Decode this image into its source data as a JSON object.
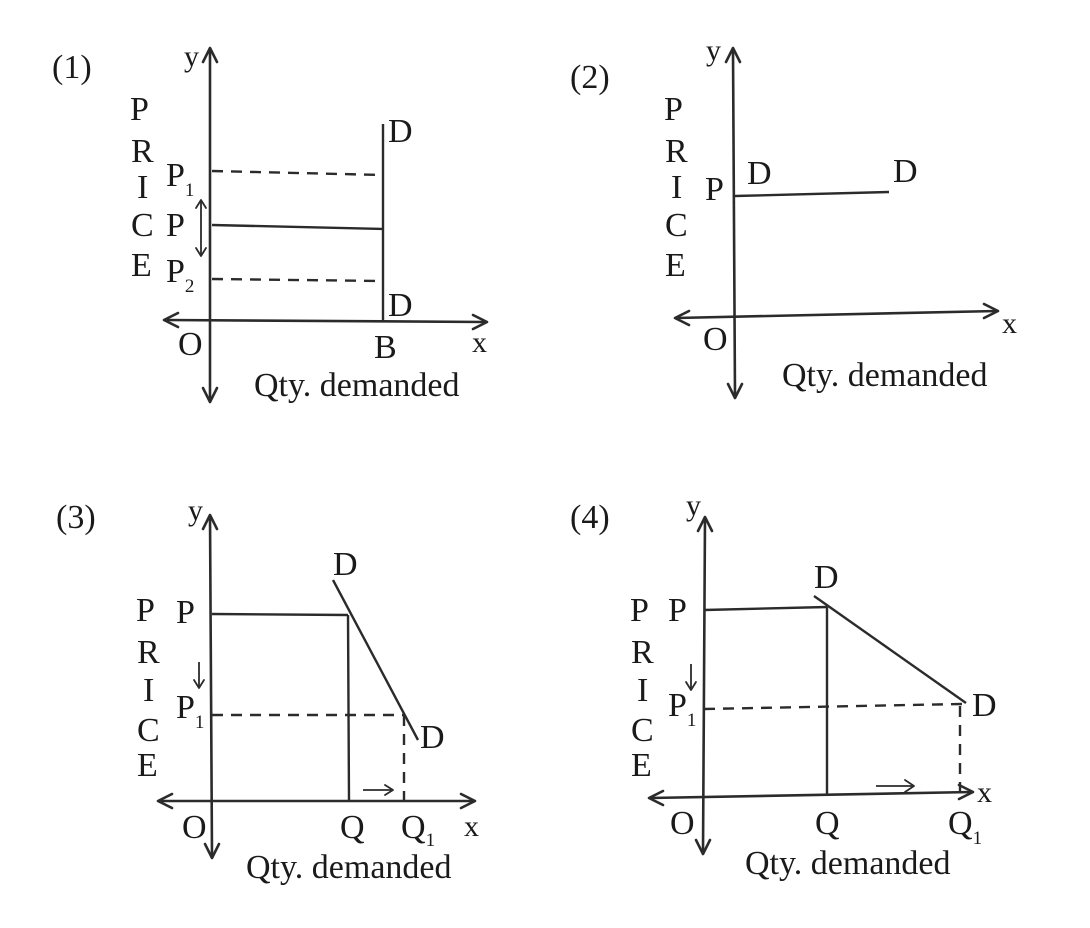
{
  "figure": {
    "description": "Four price–quantity demand diagrams illustrating elasticity of demand",
    "panels": [
      {
        "number": "(1)",
        "type": "Perfectly inelastic demand",
        "y_axis": "y",
        "x_axis": "x",
        "origin": "O",
        "vertical_label": [
          "P",
          "R",
          "I",
          "C",
          "E"
        ],
        "price_labels": {
          "p1": "P",
          "p1_sub": "1",
          "p": "P",
          "p2": "P",
          "p2_sub": "2"
        },
        "curve_labels": {
          "top": "D",
          "bottom": "D"
        },
        "x_point": "B",
        "x_caption": "Qty. demanded"
      },
      {
        "number": "(2)",
        "type": "Perfectly elastic demand",
        "y_axis": "y",
        "x_axis": "x",
        "origin": "O",
        "vertical_label": [
          "P",
          "R",
          "I",
          "C",
          "E"
        ],
        "price_labels": {
          "p": "P"
        },
        "curve_labels": {
          "left": "D",
          "right": "D"
        },
        "x_caption": "Qty. demanded"
      },
      {
        "number": "(3)",
        "type": "Relatively inelastic demand",
        "y_axis": "y",
        "x_axis": "x",
        "origin": "O",
        "vertical_label": [
          "P",
          "R",
          "I",
          "C",
          "E"
        ],
        "price_labels": {
          "p": "P",
          "p1": "P",
          "p1_sub": "1"
        },
        "curve_labels": {
          "top": "D",
          "bottom": "D"
        },
        "x_points": {
          "q": "Q",
          "q1": "Q",
          "q1_sub": "1"
        },
        "x_caption": "Qty. demanded"
      },
      {
        "number": "(4)",
        "type": "Relatively elastic demand",
        "y_axis": "y",
        "x_axis": "x",
        "origin": "O",
        "vertical_label": [
          "P",
          "R",
          "I",
          "C",
          "E"
        ],
        "price_labels": {
          "p": "P",
          "p1": "P",
          "p1_sub": "1"
        },
        "curve_labels": {
          "top": "D",
          "bottom": "D"
        },
        "x_points": {
          "q": "Q",
          "q1": "Q",
          "q1_sub": "1"
        },
        "x_caption": "Qty. demanded"
      }
    ]
  }
}
